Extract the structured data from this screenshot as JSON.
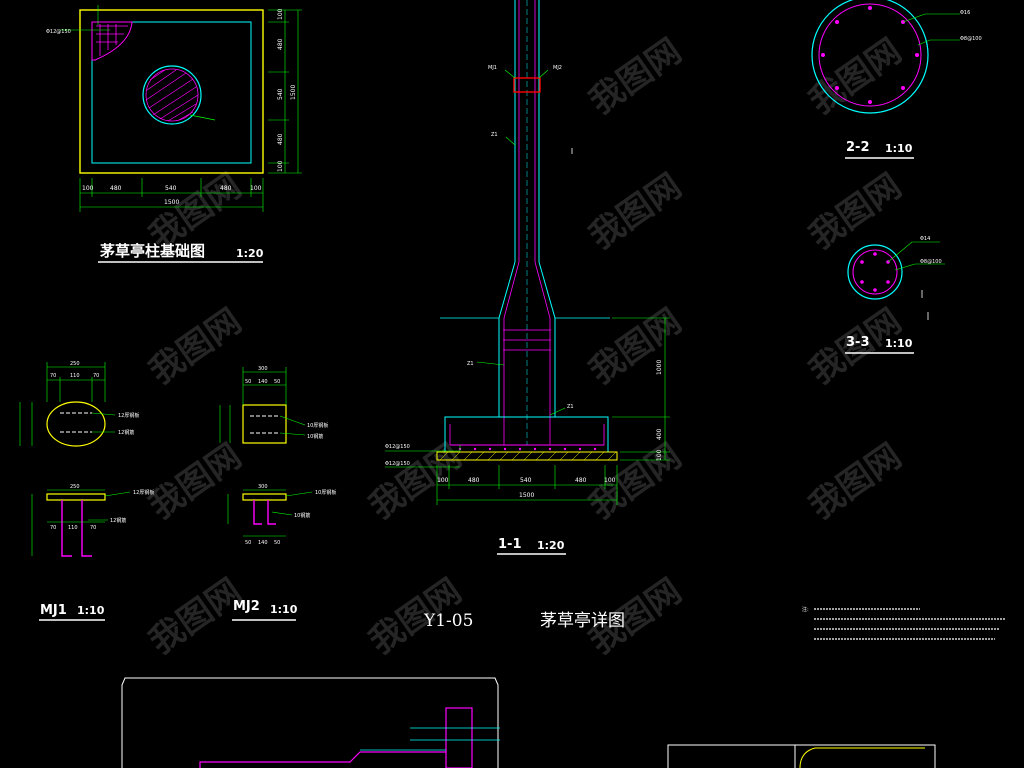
{
  "drawing": {
    "code": "Y1-05",
    "name": "茅草亭详图",
    "colors": {
      "background": "#000000",
      "outline": "#ffff00",
      "concrete": "#00ffff",
      "rebar": "#ff00ff",
      "dimension": "#00ff00",
      "text": "#ffffff",
      "anchor": "#ff0000"
    }
  },
  "plan": {
    "title": "茅草亭柱基础图",
    "scale": "1:20",
    "dims_bottom": [
      "100",
      "480",
      "540",
      "480",
      "100"
    ],
    "total_bottom": "1500",
    "dims_right": [
      "100",
      "480",
      "540",
      "480",
      "100"
    ],
    "total_right": "1500",
    "rebar_label": "Φ12@150"
  },
  "section11": {
    "title": "1-1",
    "scale": "1:20",
    "mj1_label": "MJ1",
    "mj2_label": "MJ2",
    "col_label": "Z1",
    "dims_bottom": [
      "100",
      "480",
      "540",
      "480",
      "100"
    ],
    "total_bottom": "1500",
    "dims_right": [
      "1000",
      "400",
      "100"
    ],
    "rebar_top": "Φ12@150",
    "rebar_bottom": "Φ12@150"
  },
  "section22": {
    "title": "2-2",
    "scale": "1:10",
    "bar": "Φ16",
    "stirrup": "Φ8@100"
  },
  "section33": {
    "title": "3-3",
    "scale": "1:10",
    "bar": "Φ14",
    "stirrup": "Φ8@100"
  },
  "mj1": {
    "title": "MJ1",
    "scale": "1:10",
    "width": "250",
    "parts": [
      "70",
      "110",
      "70"
    ],
    "plate": "12厚钢板",
    "bar": "12钢筋"
  },
  "mj2": {
    "title": "MJ2",
    "scale": "1:10",
    "width": "300",
    "parts": [
      "50",
      "140",
      "50"
    ],
    "plate": "10厚钢板",
    "bar": "10钢筋"
  },
  "notes": {
    "lead": "注:"
  },
  "watermark": "我图网"
}
